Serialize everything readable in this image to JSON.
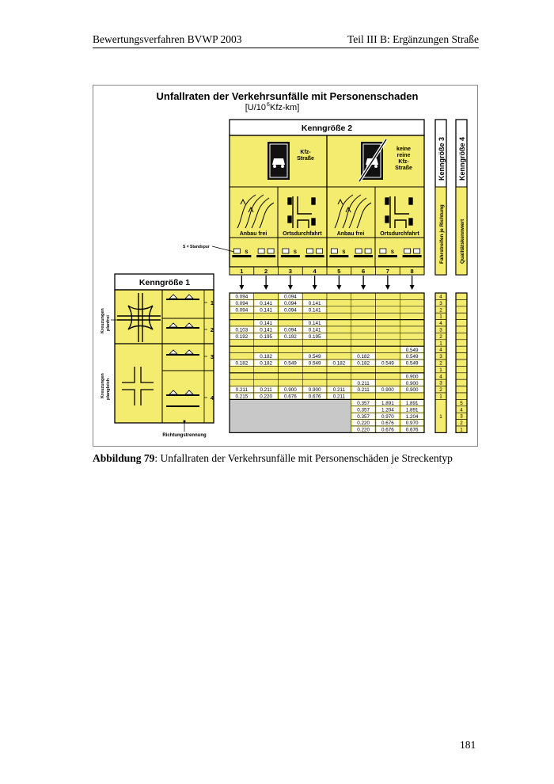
{
  "header": {
    "left": "Bewertungsverfahren BVWP 2003",
    "right": "Teil III B: Ergänzungen Straße"
  },
  "figure": {
    "title": "Unfallraten der Verkehrsunfälle mit Personenschaden",
    "unit": "[U/10",
    "unit_sup": "6",
    "unit_tail": " Kfz-km]",
    "k2": "Kenngröße 2",
    "k1": "Kenngröße 1",
    "k3": "Kenngröße 3",
    "k4": "Kenngröße 4",
    "k3_sub": "Fahrstreifen je Richtung",
    "k4_sub": "Qualitätskennwert",
    "kfz_a": "Kfz-",
    "kfz_b": "Straße",
    "nkfz_a": "keine",
    "nkfz_b": "reine",
    "nkfz_c": "Kfz-",
    "nkfz_d": "Straße",
    "anbau1": "Anbau frei",
    "orts1": "Ortsdurchfahrt",
    "anbau2": "Anbau frei",
    "orts2": "Ortsdurchfahrt",
    "standspur": "S = Standspur",
    "s": "S",
    "kreuz_pf_a": "Kreuzungen",
    "kreuz_pf_b": "planfrei",
    "kreuz_pg_a": "Kreuzungen",
    "kreuz_pg_b": "plangleich",
    "richtung": "Richtungstrennung",
    "cols": [
      "1",
      "2",
      "3",
      "4",
      "5",
      "6",
      "7",
      "8"
    ],
    "rows": [
      "1",
      "2",
      "3",
      "4"
    ],
    "k3_values": [
      "4",
      "3",
      "2",
      "1",
      "4",
      "3",
      "2",
      "1",
      "4",
      "3",
      "2",
      "1",
      "4",
      "3",
      "2",
      "1",
      "1"
    ],
    "k4_values": [
      "5",
      "4",
      "3",
      "2",
      "1"
    ],
    "cells": [
      {
        "r": 0,
        "c": 0,
        "v": "0.094"
      },
      {
        "r": 0,
        "c": 2,
        "v": "0.094"
      },
      {
        "r": 1,
        "c": 0,
        "v": "0.094"
      },
      {
        "r": 1,
        "c": 1,
        "v": "0.141"
      },
      {
        "r": 1,
        "c": 2,
        "v": "0.094"
      },
      {
        "r": 1,
        "c": 3,
        "v": "0.141"
      },
      {
        "r": 2,
        "c": 0,
        "v": "0.094"
      },
      {
        "r": 2,
        "c": 1,
        "v": "0.141"
      },
      {
        "r": 2,
        "c": 2,
        "v": "0.094"
      },
      {
        "r": 2,
        "c": 3,
        "v": "0.141"
      },
      {
        "r": 4,
        "c": 1,
        "v": "0.141"
      },
      {
        "r": 4,
        "c": 3,
        "v": "0.141"
      },
      {
        "r": 5,
        "c": 0,
        "v": "0.103"
      },
      {
        "r": 5,
        "c": 1,
        "v": "0.141"
      },
      {
        "r": 5,
        "c": 2,
        "v": "0.094"
      },
      {
        "r": 5,
        "c": 3,
        "v": "0.141"
      },
      {
        "r": 6,
        "c": 0,
        "v": "0.192"
      },
      {
        "r": 6,
        "c": 1,
        "v": "0.195"
      },
      {
        "r": 6,
        "c": 2,
        "v": "0.192"
      },
      {
        "r": 6,
        "c": 3,
        "v": "0.195"
      },
      {
        "r": 8,
        "c": 7,
        "v": "0.549"
      },
      {
        "r": 9,
        "c": 1,
        "v": "0.182"
      },
      {
        "r": 9,
        "c": 3,
        "v": "0.549"
      },
      {
        "r": 9,
        "c": 5,
        "v": "0.182"
      },
      {
        "r": 9,
        "c": 7,
        "v": "0.549"
      },
      {
        "r": 10,
        "c": 0,
        "v": "0.182"
      },
      {
        "r": 10,
        "c": 1,
        "v": "0.182"
      },
      {
        "r": 10,
        "c": 2,
        "v": "0.549"
      },
      {
        "r": 10,
        "c": 3,
        "v": "0.549"
      },
      {
        "r": 10,
        "c": 4,
        "v": "0.182"
      },
      {
        "r": 10,
        "c": 5,
        "v": "0.182"
      },
      {
        "r": 10,
        "c": 6,
        "v": "0.549"
      },
      {
        "r": 10,
        "c": 7,
        "v": "0.549"
      },
      {
        "r": 12,
        "c": 7,
        "v": "0.900"
      },
      {
        "r": 13,
        "c": 5,
        "v": "0.211"
      },
      {
        "r": 13,
        "c": 7,
        "v": "0.900"
      },
      {
        "r": 14,
        "c": 0,
        "v": "0.211"
      },
      {
        "r": 14,
        "c": 1,
        "v": "0.211"
      },
      {
        "r": 14,
        "c": 2,
        "v": "0.900"
      },
      {
        "r": 14,
        "c": 3,
        "v": "0.900"
      },
      {
        "r": 14,
        "c": 4,
        "v": "0.211"
      },
      {
        "r": 14,
        "c": 5,
        "v": "0.211"
      },
      {
        "r": 14,
        "c": 6,
        "v": "0.900"
      },
      {
        "r": 14,
        "c": 7,
        "v": "0.900"
      },
      {
        "r": 15,
        "c": 0,
        "v": "0.215"
      },
      {
        "r": 15,
        "c": 1,
        "v": "0.220"
      },
      {
        "r": 15,
        "c": 2,
        "v": "0.676"
      },
      {
        "r": 15,
        "c": 3,
        "v": "0.676"
      },
      {
        "r": 15,
        "c": 4,
        "v": "0.211"
      },
      {
        "r": 16,
        "c": 5,
        "v": "0.357"
      },
      {
        "r": 16,
        "c": 6,
        "v": "1.891"
      },
      {
        "r": 16,
        "c": 7,
        "v": "1.891"
      },
      {
        "r": 17,
        "c": 5,
        "v": "0.357"
      },
      {
        "r": 17,
        "c": 6,
        "v": "1.204"
      },
      {
        "r": 17,
        "c": 7,
        "v": "1.891"
      },
      {
        "r": 18,
        "c": 5,
        "v": "0.357"
      },
      {
        "r": 18,
        "c": 6,
        "v": "0.970"
      },
      {
        "r": 18,
        "c": 7,
        "v": "1.204"
      },
      {
        "r": 19,
        "c": 5,
        "v": "0.220"
      },
      {
        "r": 19,
        "c": 6,
        "v": "0.676"
      },
      {
        "r": 19,
        "c": 7,
        "v": "0.970"
      },
      {
        "r": 20,
        "c": 5,
        "v": "0.220"
      },
      {
        "r": 20,
        "c": 6,
        "v": "0.676"
      },
      {
        "r": 20,
        "c": 7,
        "v": "0.676"
      }
    ]
  },
  "caption": {
    "label": "Abbildung 79",
    "text": ": Unfallraten der Verkehrsunfälle mit Personenschäden je Streckentyp"
  },
  "page_number": "181",
  "colors": {
    "yellow": "#f4ec6e",
    "dark_yellow": "#d8b600",
    "grey": "#c8c8c8"
  }
}
